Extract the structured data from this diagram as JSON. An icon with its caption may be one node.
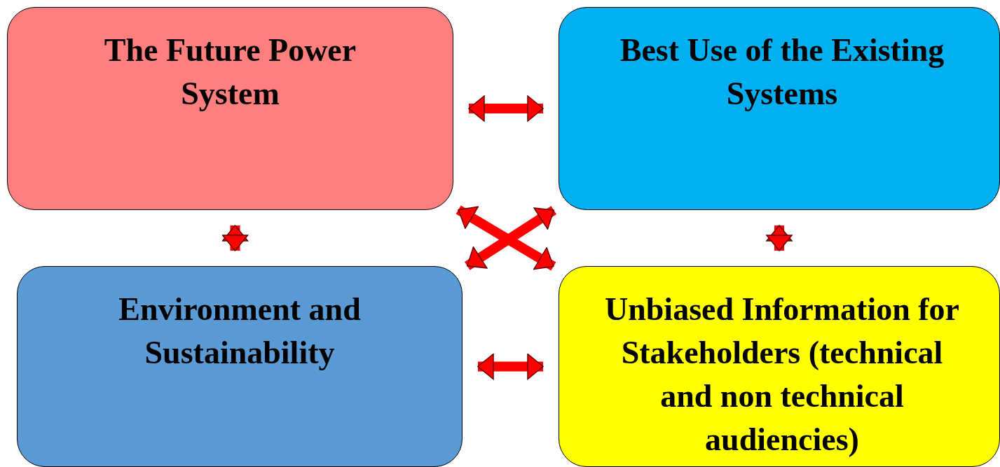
{
  "diagram": {
    "nodes": [
      {
        "text": [
          "The Future Power System"
        ]
      },
      {
        "text": [
          "Best Use of the Existing Systems"
        ]
      },
      {
        "text": [
          "Environment and Sustainability"
        ]
      },
      {
        "text": [
          "Unbiased Information for Stakeholders (technical and non technical audiencies)"
        ]
      }
    ],
    "edges": [
      {
        "from": 0,
        "to": 1,
        "arrow": "both"
      },
      {
        "from": 0,
        "to": 2,
        "arrow": "both"
      },
      {
        "from": 1,
        "to": 3,
        "arrow": "both"
      },
      {
        "from": 2,
        "to": 3,
        "arrow": "both"
      },
      {
        "from": 0,
        "to": 3,
        "arrow": "both"
      },
      {
        "from": 1,
        "to": 2,
        "arrow": "both"
      }
    ]
  }
}
